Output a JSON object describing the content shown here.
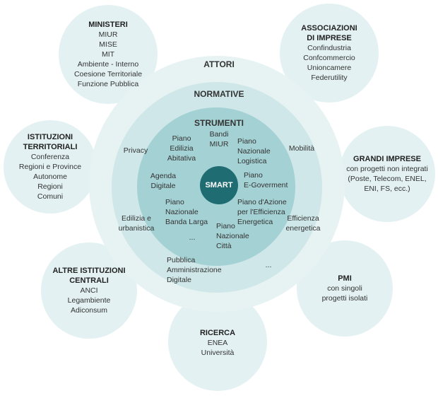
{
  "colors": {
    "outer_ring": "#e7f3f3",
    "satellite": "#e3f1f2",
    "normative_ring": "#cfe7e8",
    "strumenti_core": "#a4d1d4",
    "smart_center": "#1f6d72"
  },
  "tiers": {
    "attori": "ATTORI",
    "normative": "NORMATIVE",
    "strumenti": "STRUMENTI",
    "smart": "SMART"
  },
  "satellites": {
    "ministeri": {
      "title": [
        "MINISTERI"
      ],
      "items": [
        "MIUR",
        "MISE",
        "MIT",
        "Ambiente - Interno",
        "Coesione Territoriale",
        "Funzione Pubblica"
      ]
    },
    "associazioni": {
      "title": [
        "ASSOCIAZIONI",
        "DI IMPRESE"
      ],
      "items": [
        "Confindustria",
        "Confcommercio",
        "Unioncamere",
        "Federutility"
      ]
    },
    "istituzioni": {
      "title": [
        "ISTITUZIONI",
        "TERRITORIALI"
      ],
      "items": [
        "Conferenza",
        "Regioni e Province",
        "Autonome",
        "Regioni",
        "Comuni"
      ]
    },
    "grandi_imprese": {
      "title": [
        "GRANDI IMPRESE"
      ],
      "items": [
        "con progetti non integrati",
        "(Poste, Telecom, ENEL,",
        "ENI, FS, ecc.)"
      ]
    },
    "altre": {
      "title": [
        "ALTRE ISTITUZIONI",
        "CENTRALI"
      ],
      "items": [
        "ANCI",
        "Legambiente",
        "Adiconsum"
      ]
    },
    "pmi": {
      "title": [
        "PMI"
      ],
      "items": [
        "con singoli",
        "progetti isolati"
      ]
    },
    "ricerca": {
      "title": [
        "RICERCA"
      ],
      "items": [
        "ENEA",
        "Università"
      ]
    }
  },
  "normative_items": {
    "privacy": [
      "Privacy"
    ],
    "mobilita": [
      "Mobilità"
    ],
    "edilizia": [
      "Edilizia e",
      "urbanistica"
    ],
    "efficienza": [
      "Efficienza",
      "energetica"
    ],
    "pubblica": [
      "Pubblica",
      "Amministrazione",
      "Digitale"
    ],
    "ellipsis": [
      "..."
    ]
  },
  "strumenti_items": {
    "piano_edilizia": [
      "Piano",
      "Edilizia",
      "Abitativa"
    ],
    "bandi_miur": [
      "Bandi",
      "MIUR"
    ],
    "piano_logistica": [
      "Piano",
      "Nazionale",
      "Logistica"
    ],
    "agenda_digitale": [
      "Agenda",
      "Digitale"
    ],
    "piano_egov": [
      "Piano",
      "E-Goverment"
    ],
    "piano_banda": [
      "Piano",
      "Nazionale",
      "Banda Larga"
    ],
    "piano_efficienza": [
      "Piano d'Azione",
      "per l'Efficienza",
      "Energetica"
    ],
    "piano_citta": [
      "Piano",
      "Nazionale",
      "Città"
    ],
    "ellipsis": [
      "..."
    ]
  }
}
